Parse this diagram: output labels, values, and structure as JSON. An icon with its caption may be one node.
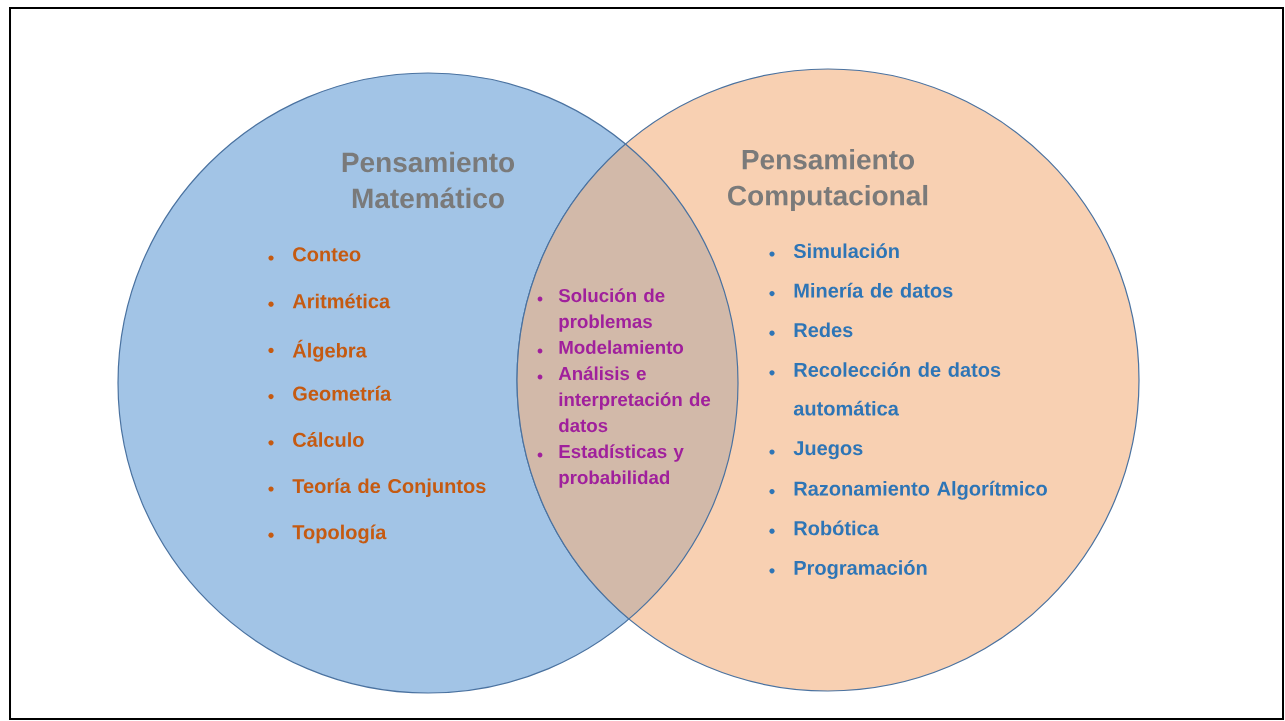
{
  "diagram": {
    "nodes": [
      {
        "text": [
          "Pensamiento Matemático",
          "Conteo",
          "Aritmética",
          "Álgebra",
          "Geometría",
          "Cálculo",
          "Teoría de Conjuntos",
          "Topología"
        ]
      },
      {
        "text": [
          "Pensamiento Computacional",
          "Simulación",
          "Minería de datos",
          "Redes",
          "Recolección de datos automática",
          "Juegos",
          "Razonamiento Algorítmico",
          "Robótica",
          "Programación"
        ]
      }
    ],
    "labels": [
      "Solución de problemas",
      "Modelamiento",
      "Análisis e interpretación de datos",
      "Estadísticas y probabilidad"
    ]
  }
}
